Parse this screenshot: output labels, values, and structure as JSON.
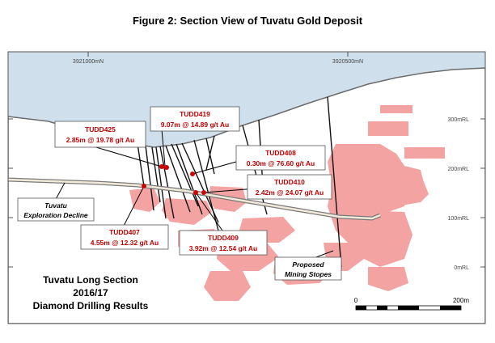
{
  "figure_title": "Figure 2:  Section View of Tuvatu Gold Deposit",
  "grid": {
    "northings": [
      "3921000mN",
      "3920500mN"
    ],
    "elevations": [
      "300mRL",
      "200mRL",
      "100mRL",
      "0mRL"
    ]
  },
  "callouts": [
    {
      "hole": "TUDD425",
      "result": "2.85m @ 19.78 g/t Au"
    },
    {
      "hole": "TUDD419",
      "result": "9.07m @ 14.89 g/t Au"
    },
    {
      "hole": "TUDD408",
      "result": "0.30m @ 76.60 g/t Au"
    },
    {
      "hole": "TUDD410",
      "result": "2.42m @ 24.07 g/t Au"
    },
    {
      "hole": "TUDD407",
      "result": "4.55m @ 12.32 g/t Au"
    },
    {
      "hole": "TUDD409",
      "result": "3.92m @ 12.54 g/t Au"
    }
  ],
  "decline_label": [
    "Tuvatu",
    "Exploration Decline"
  ],
  "stopes_label": [
    "Proposed",
    "Mining Stopes"
  ],
  "section_title": [
    "Tuvatu Long Section",
    "2016/17",
    "Diamond Drilling Results"
  ],
  "scale": {
    "start": "0",
    "end": "200m"
  },
  "colors": {
    "sky": "#cfe0ec",
    "ground": "#ffffff",
    "stopes": "#f4a3a3",
    "callout_text": "#c00000",
    "intercept": "#d40000"
  }
}
